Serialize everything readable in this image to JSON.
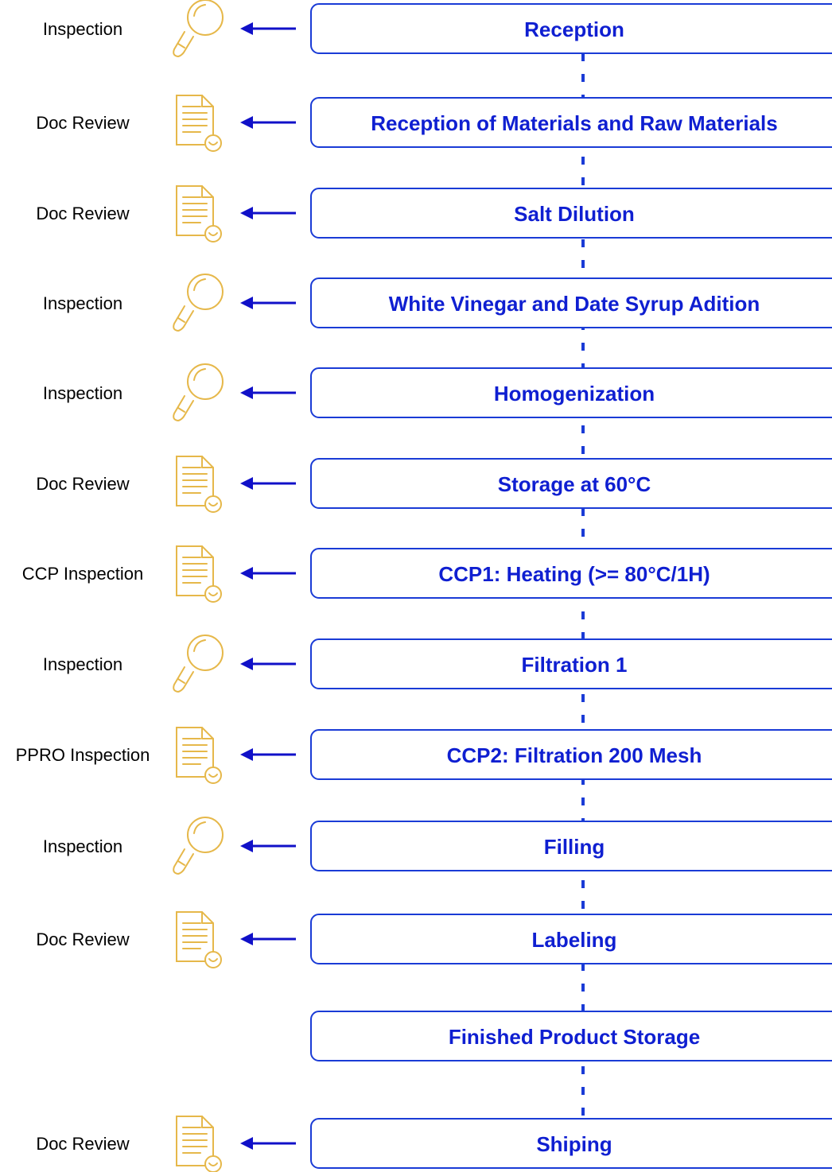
{
  "flow": {
    "steps": [
      {
        "label": "Reception",
        "check": "Inspection",
        "icon": "magnifier-icon"
      },
      {
        "label": "Reception of Materials and Raw Materials",
        "check": "Doc Review",
        "icon": "document-icon"
      },
      {
        "label": "Salt Dilution",
        "check": "Doc Review",
        "icon": "document-icon"
      },
      {
        "label": "White Vinegar and Date Syrup Adition",
        "check": "Inspection",
        "icon": "magnifier-icon"
      },
      {
        "label": "Homogenization",
        "check": "Inspection",
        "icon": "magnifier-icon"
      },
      {
        "label": "Storage at 60°C",
        "check": "Doc Review",
        "icon": "document-icon"
      },
      {
        "label": "CCP1: Heating (>= 80°C/1H)",
        "check": "CCP Inspection",
        "icon": "document-icon"
      },
      {
        "label": "Filtration 1",
        "check": "Inspection",
        "icon": "magnifier-icon"
      },
      {
        "label": "CCP2: Filtration 200 Mesh",
        "check": "PPRO Inspection",
        "icon": "document-icon"
      },
      {
        "label": "Filling",
        "check": "Inspection",
        "icon": "magnifier-icon"
      },
      {
        "label": "Labeling",
        "check": "Doc Review",
        "icon": "document-icon"
      },
      {
        "label": "Finished Product Storage",
        "check": "",
        "icon": ""
      },
      {
        "label": "Shiping",
        "check": "Doc Review",
        "icon": "document-icon"
      }
    ]
  },
  "colors": {
    "box_border": "#1a3bd6",
    "step_text": "#0f1fd1",
    "arrow": "#1010c8",
    "icon": "#e6b84a"
  }
}
